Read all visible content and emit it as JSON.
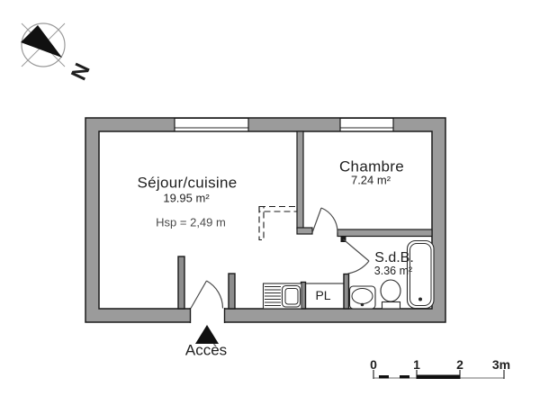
{
  "colors": {
    "wall_fill": "#9b9b9b",
    "line": "#1a1a1a",
    "text": "#1f1f1f",
    "background": "#ffffff"
  },
  "compass": {
    "letter": "N"
  },
  "rooms": {
    "sejour": {
      "name": "Séjour/cuisine",
      "area": "19.95 m²",
      "ceiling_height": "Hsp = 2,49 m"
    },
    "chambre": {
      "name": "Chambre",
      "area": "7.24 m²"
    },
    "sdb": {
      "name": "S.d.B.",
      "area": "3.36 m²"
    },
    "closet": {
      "label": "PL"
    }
  },
  "entrance": {
    "label": "Accès"
  },
  "scale_bar": {
    "labels": [
      "0",
      "1",
      "2",
      "3m"
    ]
  }
}
